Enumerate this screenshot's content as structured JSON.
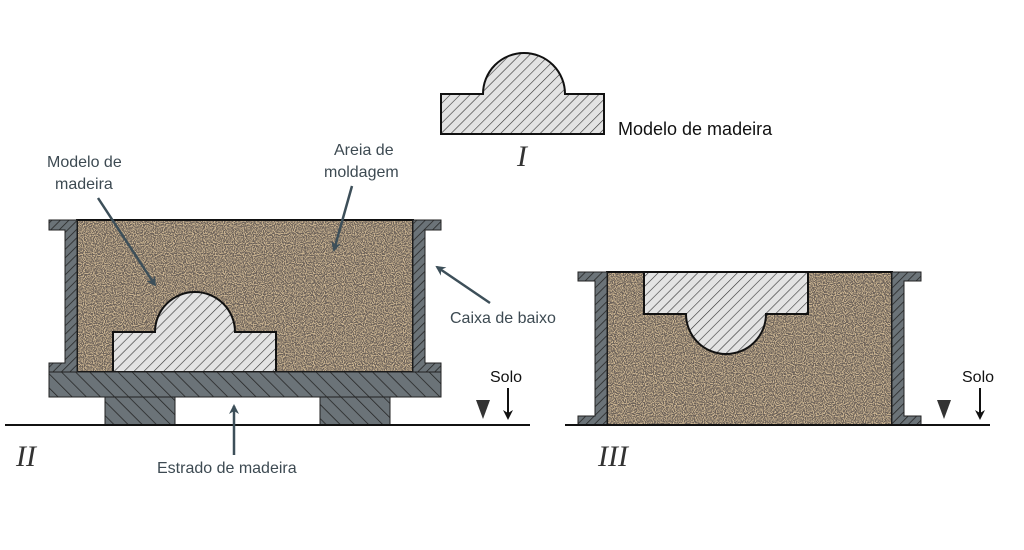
{
  "figure_i": {
    "numeral": "I",
    "label": "Modelo de madeira"
  },
  "figure_ii": {
    "numeral": "II",
    "labels": {
      "pattern_line1": "Modelo de",
      "pattern_line2": "madeira",
      "sand_line1": "Areia de",
      "sand_line2": "moldagem",
      "flask": "Caixa de baixo",
      "pallet": "Estrado de madeira",
      "ground": "Solo"
    }
  },
  "figure_iii": {
    "numeral": "III",
    "labels": {
      "ground": "Solo"
    }
  },
  "colors": {
    "sand": "#c9b391",
    "steel": "#6b7378",
    "wood_pattern": "#e3e3e3",
    "arrow": "#3d4f59"
  }
}
